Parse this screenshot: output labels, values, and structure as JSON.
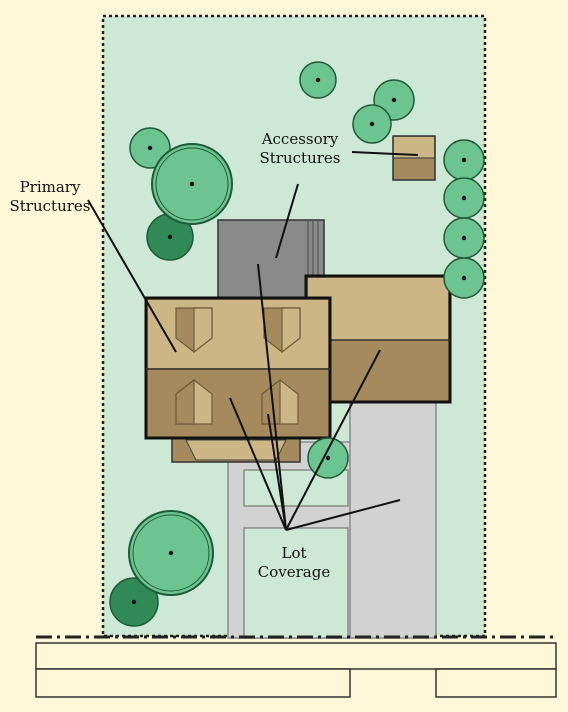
{
  "labels": {
    "primary": {
      "line1": "Primary",
      "line2": "Structures"
    },
    "accessory": {
      "line1": "Accessory",
      "line2": "Structures"
    },
    "coverage": {
      "line1": "Lot",
      "line2": "Coverage"
    }
  },
  "colors": {
    "background": "#FFF8D8",
    "lot": "#CDE8D4",
    "tree_light": "#6CC490",
    "tree_dark": "#2F8A57",
    "roof_light": "#CDB686",
    "roof_dark": "#A48A5D",
    "garage": "#8A8A8A",
    "pavement": "#D2D2D2"
  }
}
